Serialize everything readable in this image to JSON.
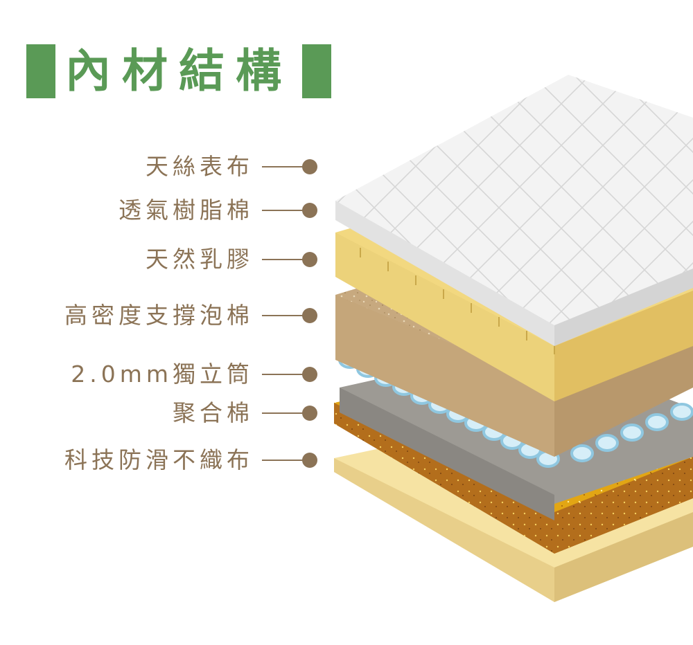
{
  "title": "內材結構",
  "colors": {
    "title_green": "#5a9a56",
    "label_brown": "#8b7356"
  },
  "layers": [
    {
      "label": "天絲表布",
      "color": "#f3f3f3"
    },
    {
      "label": "透氣樹脂棉",
      "color": "#ecd27a"
    },
    {
      "label": "天然乳膠",
      "color": "#d8c090"
    },
    {
      "label": "高密度支撐泡棉",
      "color": "#c7a97f"
    },
    {
      "label": "2.0mm獨立筒",
      "color": "#bfe4f2"
    },
    {
      "label": "聚合棉",
      "color": "#9d9a94"
    },
    {
      "label": "科技防滑不織布",
      "color": "#e2a614"
    }
  ]
}
